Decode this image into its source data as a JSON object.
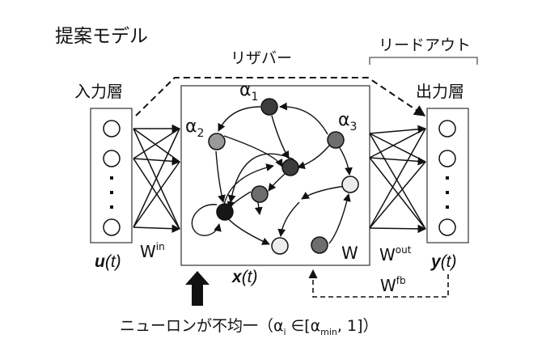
{
  "title": "提案モデル",
  "reservoir_label": "リザバー",
  "readout_label": "リードアウト",
  "input_layer_label": "入力層",
  "output_layer_label": "出力層",
  "alpha": "α",
  "alpha1_sub": "1",
  "alpha2_sub": "2",
  "alpha3_sub": "3",
  "w_in_base": "W",
  "w_in_sup": "in",
  "w_label": "W",
  "w_out_base": "W",
  "w_out_sup": "out",
  "w_fb_base": "W",
  "w_fb_sup": "fb",
  "u_var": "u",
  "u_paren": "(t)",
  "x_var": "x",
  "x_paren": "(t)",
  "y_var": "y",
  "y_paren": "(t)",
  "caption_main": "ニューロンが不均一（",
  "caption_alpha": "α",
  "caption_i": "i",
  "caption_in": " ∈[",
  "caption_alpha2": "α",
  "caption_min": "min",
  "caption_end": ", 1]）",
  "colors": {
    "node_black": "#161616",
    "node_dark": "#3c3c3c",
    "node_mid": "#6e6e6e",
    "node_light": "#9a9a9a",
    "node_pale": "#ececec"
  }
}
